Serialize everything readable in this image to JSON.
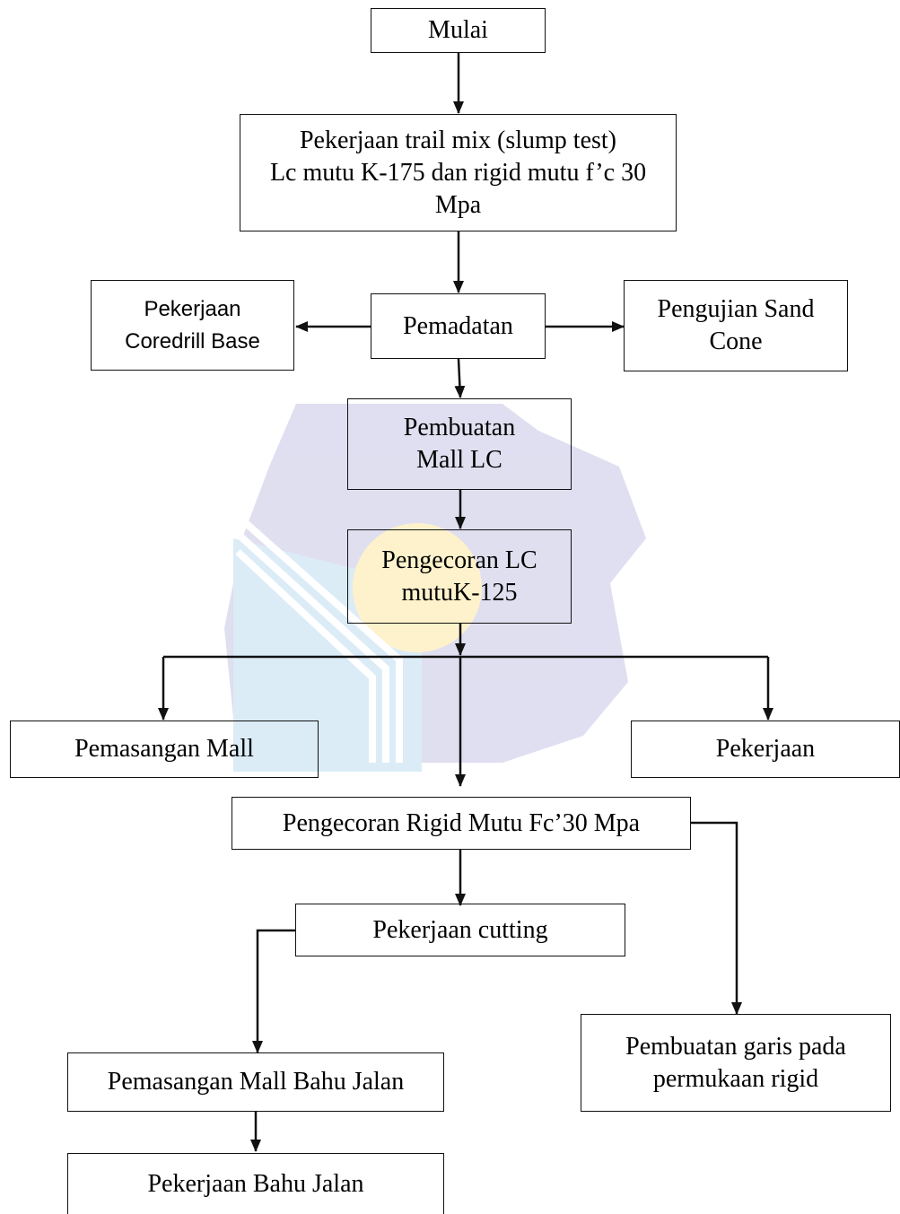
{
  "flowchart": {
    "nodes": [
      {
        "id": "mulai",
        "lines": [
          "Mulai"
        ]
      },
      {
        "id": "trail-mix",
        "lines": [
          "Pekerjaan trail mix (slump test)",
          "Lc mutu K-175 dan rigid mutu f’c 30",
          "Mpa"
        ]
      },
      {
        "id": "coredrill",
        "lines": [
          "Pekerjaan",
          "Coredrill Base"
        ]
      },
      {
        "id": "pemadatan",
        "lines": [
          "Pemadatan"
        ]
      },
      {
        "id": "sand-cone",
        "lines": [
          "Pengujian Sand",
          "Cone"
        ]
      },
      {
        "id": "mall-lc",
        "lines": [
          "Pembuatan",
          "Mall LC"
        ]
      },
      {
        "id": "pengecoran-lc",
        "lines": [
          "Pengecoran LC",
          "mutuK-125"
        ]
      },
      {
        "id": "pemasangan-mall",
        "lines": [
          "Pemasangan Mall"
        ]
      },
      {
        "id": "pekerjaan",
        "lines": [
          "Pekerjaan"
        ]
      },
      {
        "id": "pengecoran-rigid",
        "lines": [
          "Pengecoran Rigid Mutu Fc’30 Mpa"
        ]
      },
      {
        "id": "cutting",
        "lines": [
          "Pekerjaan cutting"
        ]
      },
      {
        "id": "garis",
        "lines": [
          "Pembuatan garis pada",
          "permukaan rigid"
        ]
      },
      {
        "id": "mall-bahu",
        "lines": [
          "Pemasangan Mall Bahu Jalan"
        ]
      },
      {
        "id": "bahu-jalan",
        "lines": [
          "Pekerjaan Bahu Jalan"
        ]
      }
    ],
    "edges": [
      {
        "from": "mulai",
        "to": "trail-mix"
      },
      {
        "from": "trail-mix",
        "to": "pemadatan"
      },
      {
        "from": "pemadatan",
        "to": "coredrill"
      },
      {
        "from": "pemadatan",
        "to": "sand-cone"
      },
      {
        "from": "pemadatan",
        "to": "mall-lc"
      },
      {
        "from": "mall-lc",
        "to": "pengecoran-lc"
      },
      {
        "from": "pengecoran-lc",
        "to": "pemasangan-mall"
      },
      {
        "from": "pengecoran-lc",
        "to": "pekerjaan"
      },
      {
        "from": "pengecoran-lc",
        "to": "pengecoran-rigid"
      },
      {
        "from": "pengecoran-rigid",
        "to": "cutting"
      },
      {
        "from": "pengecoran-rigid",
        "to": "garis"
      },
      {
        "from": "cutting",
        "to": "mall-bahu"
      },
      {
        "from": "mall-bahu",
        "to": "bahu-jalan"
      }
    ]
  },
  "colors": {
    "line": "#111111",
    "text": "#000000",
    "watermark_gear": "#dcdcef",
    "watermark_blue": "#d8eaf7",
    "watermark_yellow": "#fdf1c6"
  }
}
